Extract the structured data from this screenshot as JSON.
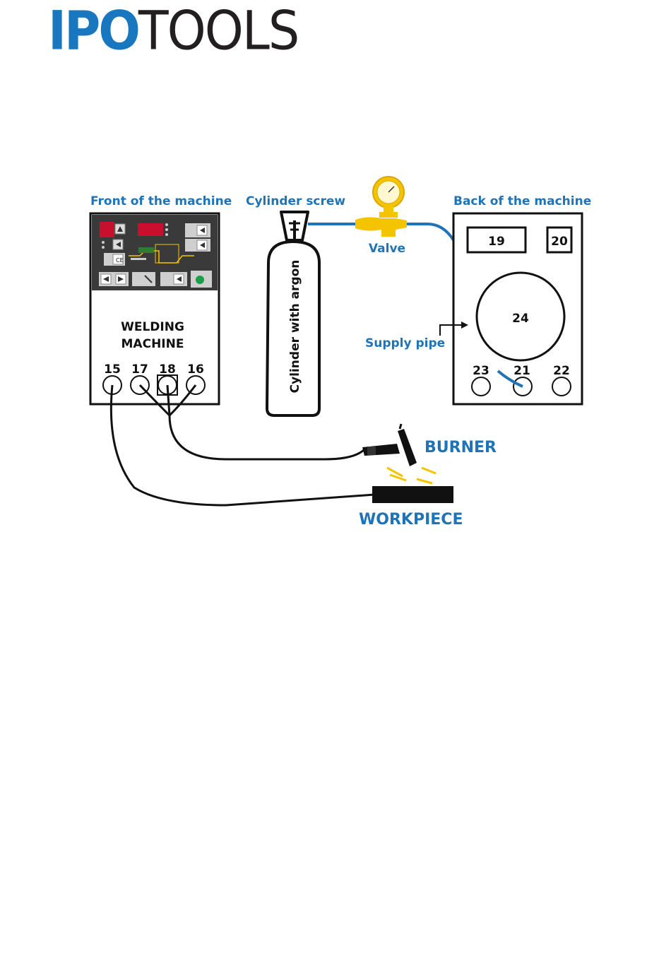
{
  "brand": {
    "part1": "IPO",
    "part2": "TOOLS"
  },
  "labels": {
    "front": "Front of the machine",
    "cylinder_screw": "Cylinder screw",
    "back": "Back of the machine",
    "valve": "Valve",
    "supply_pipe": "Supply pipe",
    "cylinder": "Cylinder with argon",
    "machine_line1": "WELDING",
    "machine_line2": "MACHINE",
    "burner": "BURNER",
    "workpiece": "WORKPIECE"
  },
  "front_sockets": [
    "15",
    "17",
    "18",
    "16"
  ],
  "back_boxes": [
    "19",
    "20"
  ],
  "back_circle": "24",
  "back_sockets": [
    "23",
    "21",
    "22"
  ],
  "colors": {
    "brand_blue": "#1977bf",
    "label_blue": "#1f74b8",
    "valve_yellow": "#f5c400",
    "pipe_blue": "#1f74b8"
  }
}
